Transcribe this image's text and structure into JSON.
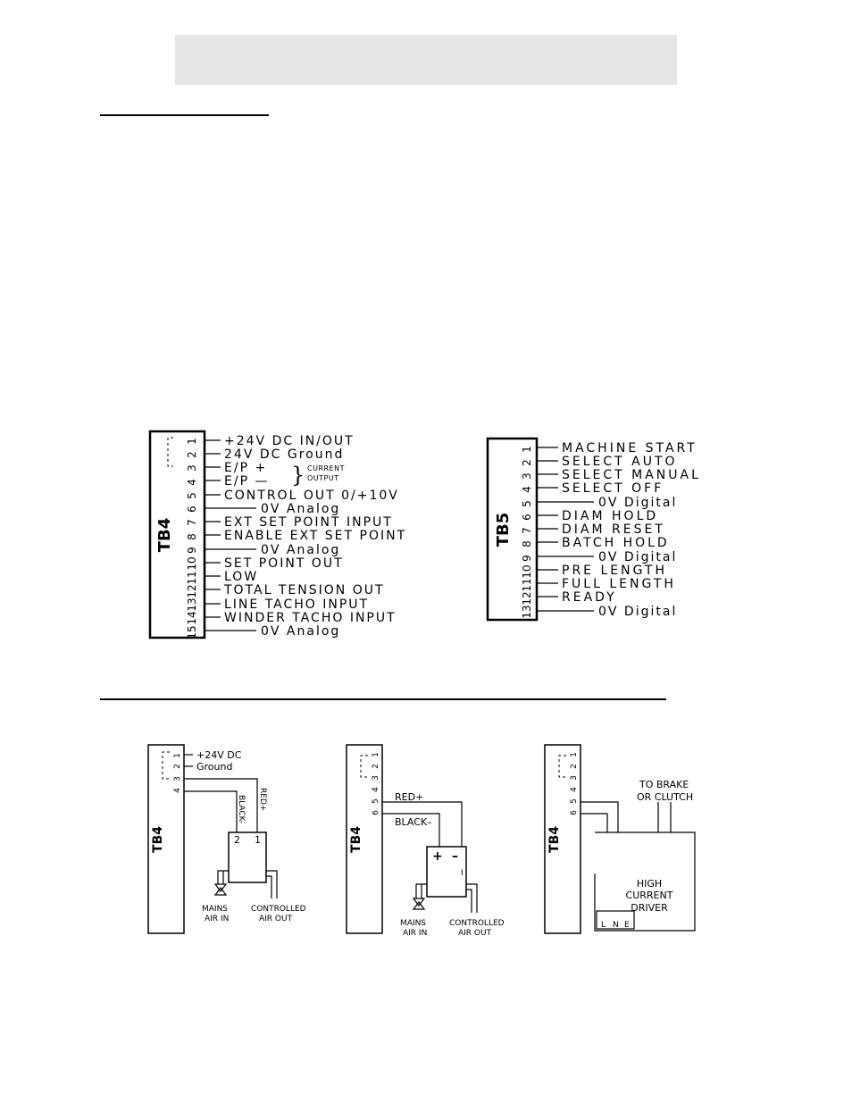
{
  "tb4": {
    "name": "TB4",
    "pins": [
      "1",
      "2",
      "3",
      "4",
      "5",
      "6",
      "7",
      "8",
      "9",
      "10",
      "11",
      "12",
      "13",
      "14",
      "15"
    ],
    "labels": {
      "p1": "+24V DC IN/OUT",
      "p2": "24V DC Ground",
      "p3": "E/P +",
      "p4": "E/P —",
      "group": "CURRENT OUTPUT",
      "group_line1": "CURRENT",
      "group_line2": "OUTPUT",
      "p5": "CONTROL OUT 0/+10V",
      "p6": "0V Analog",
      "p7": "EXT SET POINT INPUT",
      "p8": "ENABLE EXT SET POINT",
      "p9": "0V Analog",
      "p10": "SET POINT OUT",
      "p11": "LOW",
      "p12": "TOTAL TENSION OUT",
      "p13": "LINE TACHO INPUT",
      "p14": "WINDER TACHO INPUT",
      "p15": "0V Analog"
    }
  },
  "tb5": {
    "name": "TB5",
    "pins": [
      "1",
      "2",
      "3",
      "4",
      "5",
      "6",
      "7",
      "8",
      "9",
      "10",
      "11",
      "12",
      "13"
    ],
    "labels": {
      "p1": "MACHINE START",
      "p2": "SELECT AUTO",
      "p3": "SELECT MANUAL",
      "p4": "SELECT OFF",
      "p5": "0V Digital",
      "p6": "DIAM HOLD",
      "p7": "DIAM RESET",
      "p8": "BATCH HOLD",
      "p9": "0V Digital",
      "p10": "PRE LENGTH",
      "p11": "FULL LENGTH",
      "p12": "READY",
      "p13": "0V Digital"
    }
  },
  "diagram1": {
    "tb": "TB4",
    "pins": [
      "1",
      "2",
      "3",
      "4"
    ],
    "pin1_label": "+24V DC",
    "pin2_label": "Ground",
    "wire_red": "RED+",
    "wire_black": "BLACK-",
    "terminal2": "2",
    "terminal1": "1",
    "mains_line1": "MAINS",
    "mains_line2": "AIR IN",
    "ctrl_line1": "CONTROLLED",
    "ctrl_line2": "AIR OUT"
  },
  "diagram2": {
    "tb": "TB4",
    "pins": [
      "1",
      "2",
      "3",
      "4",
      "5",
      "6"
    ],
    "wire_red": "RED+",
    "wire_black": "BLACK–",
    "plus": "+",
    "minus": "–",
    "bar": "I",
    "mains_line1": "MAINS",
    "mains_line2": "AIR IN",
    "ctrl_line1": "CONTROLLED",
    "ctrl_line2": "AIR OUT"
  },
  "diagram3": {
    "tb": "TB4",
    "pins": [
      "1",
      "2",
      "3",
      "4",
      "5",
      "6"
    ],
    "to_line1": "TO BRAKE",
    "to_line2": "OR CLUTCH",
    "driver_line1": "HIGH",
    "driver_line2": "CURRENT",
    "driver_line3": "DRIVER",
    "term_l": "L",
    "term_n": "N",
    "term_e": "E"
  }
}
